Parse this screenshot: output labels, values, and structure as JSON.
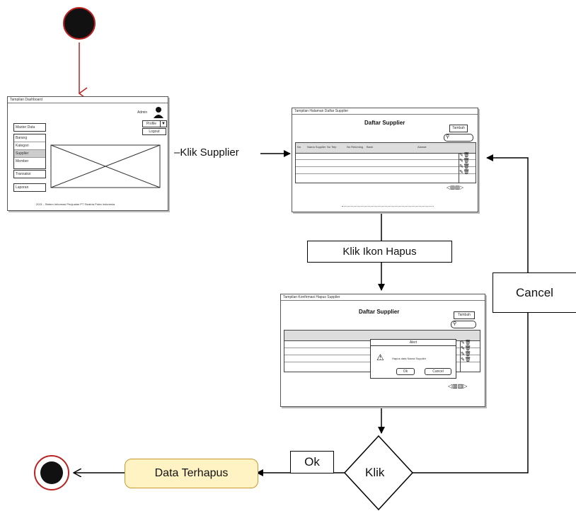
{
  "diagram": {
    "steps": {
      "klik_supplier": "Klik Supplier",
      "klik_ikon_hapus": "Klik Ikon Hapus",
      "cancel": "Cancel",
      "ok": "Ok",
      "decision": "Klik",
      "data_terhapus": "Data Terhapus"
    },
    "dashboard_mockup": {
      "window_title": "Tampilan Dashboard",
      "user_label": "Admin",
      "profile_button": "Profile",
      "logout_button": "Logout",
      "menu_master_data": "Master Data",
      "menu_items": [
        "Barang",
        "Kategori",
        "Supplier",
        "Member"
      ],
      "menu_transaksi": "Transaksi",
      "menu_laporan": "Laporan",
      "footer": "2021 - Sistem Informasi Penjualan PT Sinatria Putra Indonesia"
    },
    "supplier_mockup": {
      "window_title": "Tampilan Halaman Daftar Supplier",
      "title": "Daftar Supplier",
      "add_button": "Tambah",
      "columns": [
        "No",
        "Nama Supplier",
        "No Telp",
        "No Rekening",
        "Bank",
        "Alamat"
      ]
    },
    "delete_mockup": {
      "window_title": "Tampilan Konfirmasi Hapus Supplier",
      "title": "Daftar Supplier",
      "add_button": "Tambah",
      "dialog_title": "Alert",
      "dialog_message": "Hapus data Nama Supplier",
      "dialog_ok": "Ok",
      "dialog_cancel": "Cancel"
    }
  }
}
